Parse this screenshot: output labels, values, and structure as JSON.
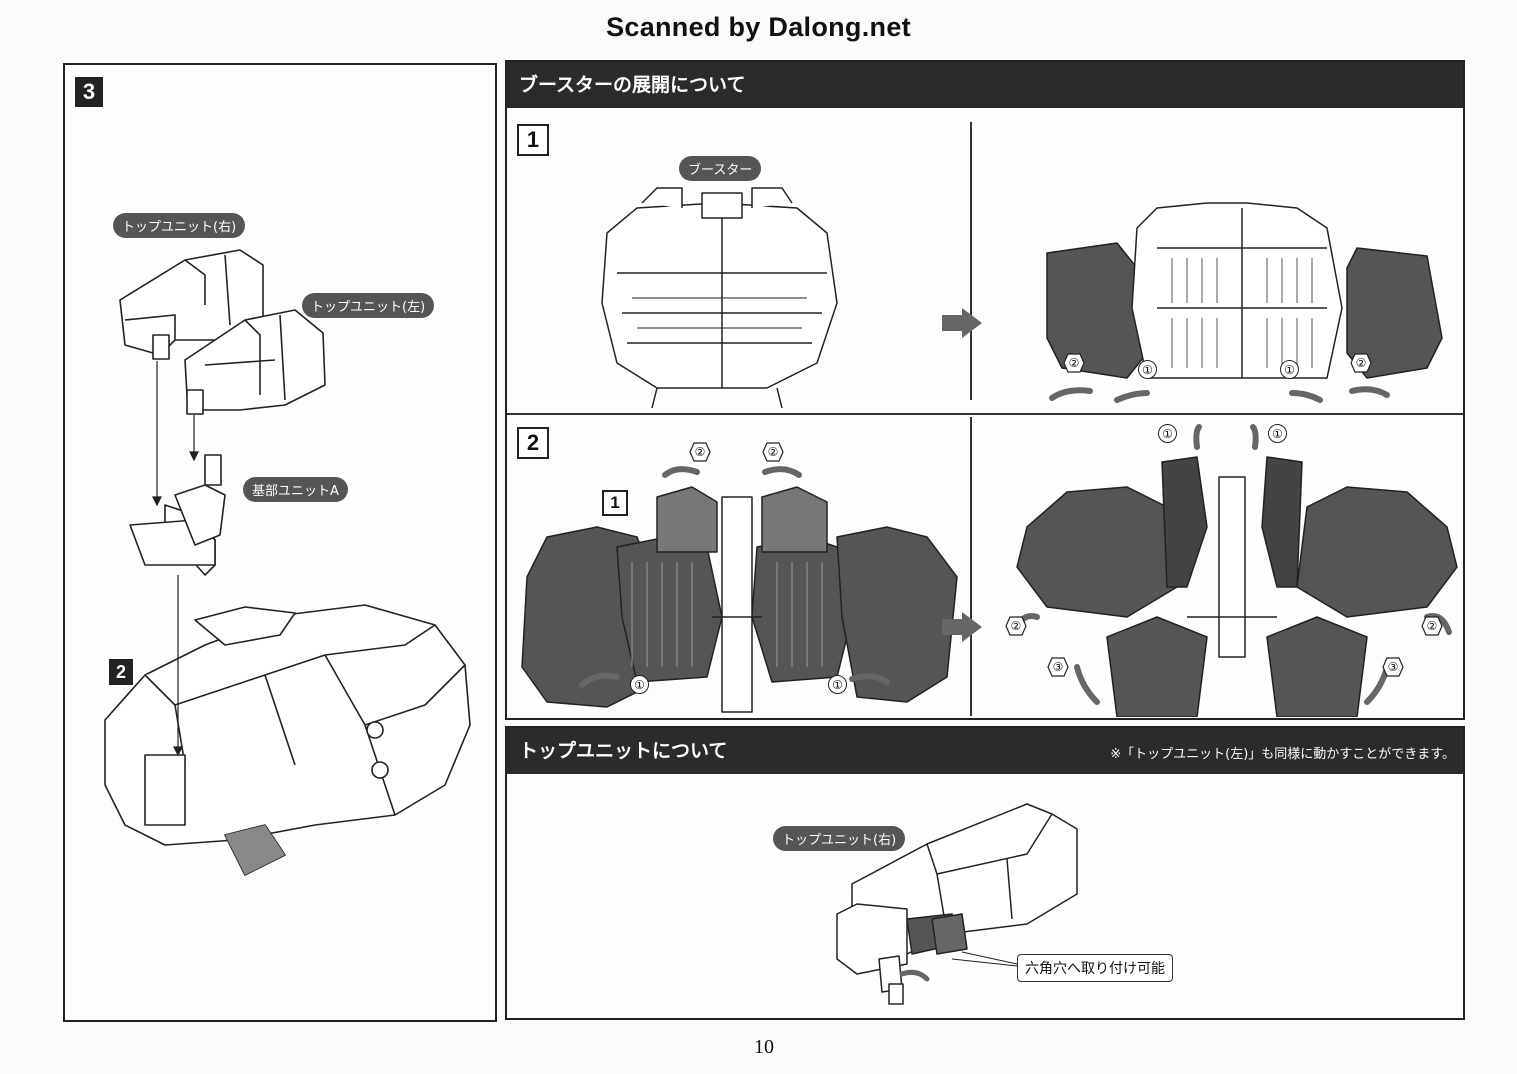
{
  "header": {
    "scanned": "Scanned by Dalong.net"
  },
  "left_panel": {
    "step_number": "3",
    "labels": {
      "top_unit_right": "トップユニット(右)",
      "top_unit_left": "トップユニット(左)",
      "base_unit_a": "基部ユニットA"
    },
    "sub_step_number": "2"
  },
  "booster_section": {
    "title": "ブースターの展開について",
    "step1": {
      "number": "1",
      "label_booster": "ブースター",
      "arrows": [
        "②",
        "①",
        "①",
        "②"
      ]
    },
    "step2": {
      "number": "2",
      "sub_number": "1",
      "left_arrows": [
        "②",
        "②",
        "①",
        "①"
      ],
      "right_arrows": [
        "①",
        "①",
        "②",
        "②",
        "③",
        "③"
      ]
    }
  },
  "top_unit_section": {
    "title": "トップユニットについて",
    "note": "※「トップユニット(左)」も同様に動かすことができます。",
    "label_top_unit_right": "トップユニット(右)",
    "callout": "六角穴へ取り付け可能"
  },
  "footer": {
    "page_number": "10"
  },
  "colors": {
    "dark_gray": "#2b2b2b",
    "part_gray": "#555555",
    "line": "#222222"
  }
}
